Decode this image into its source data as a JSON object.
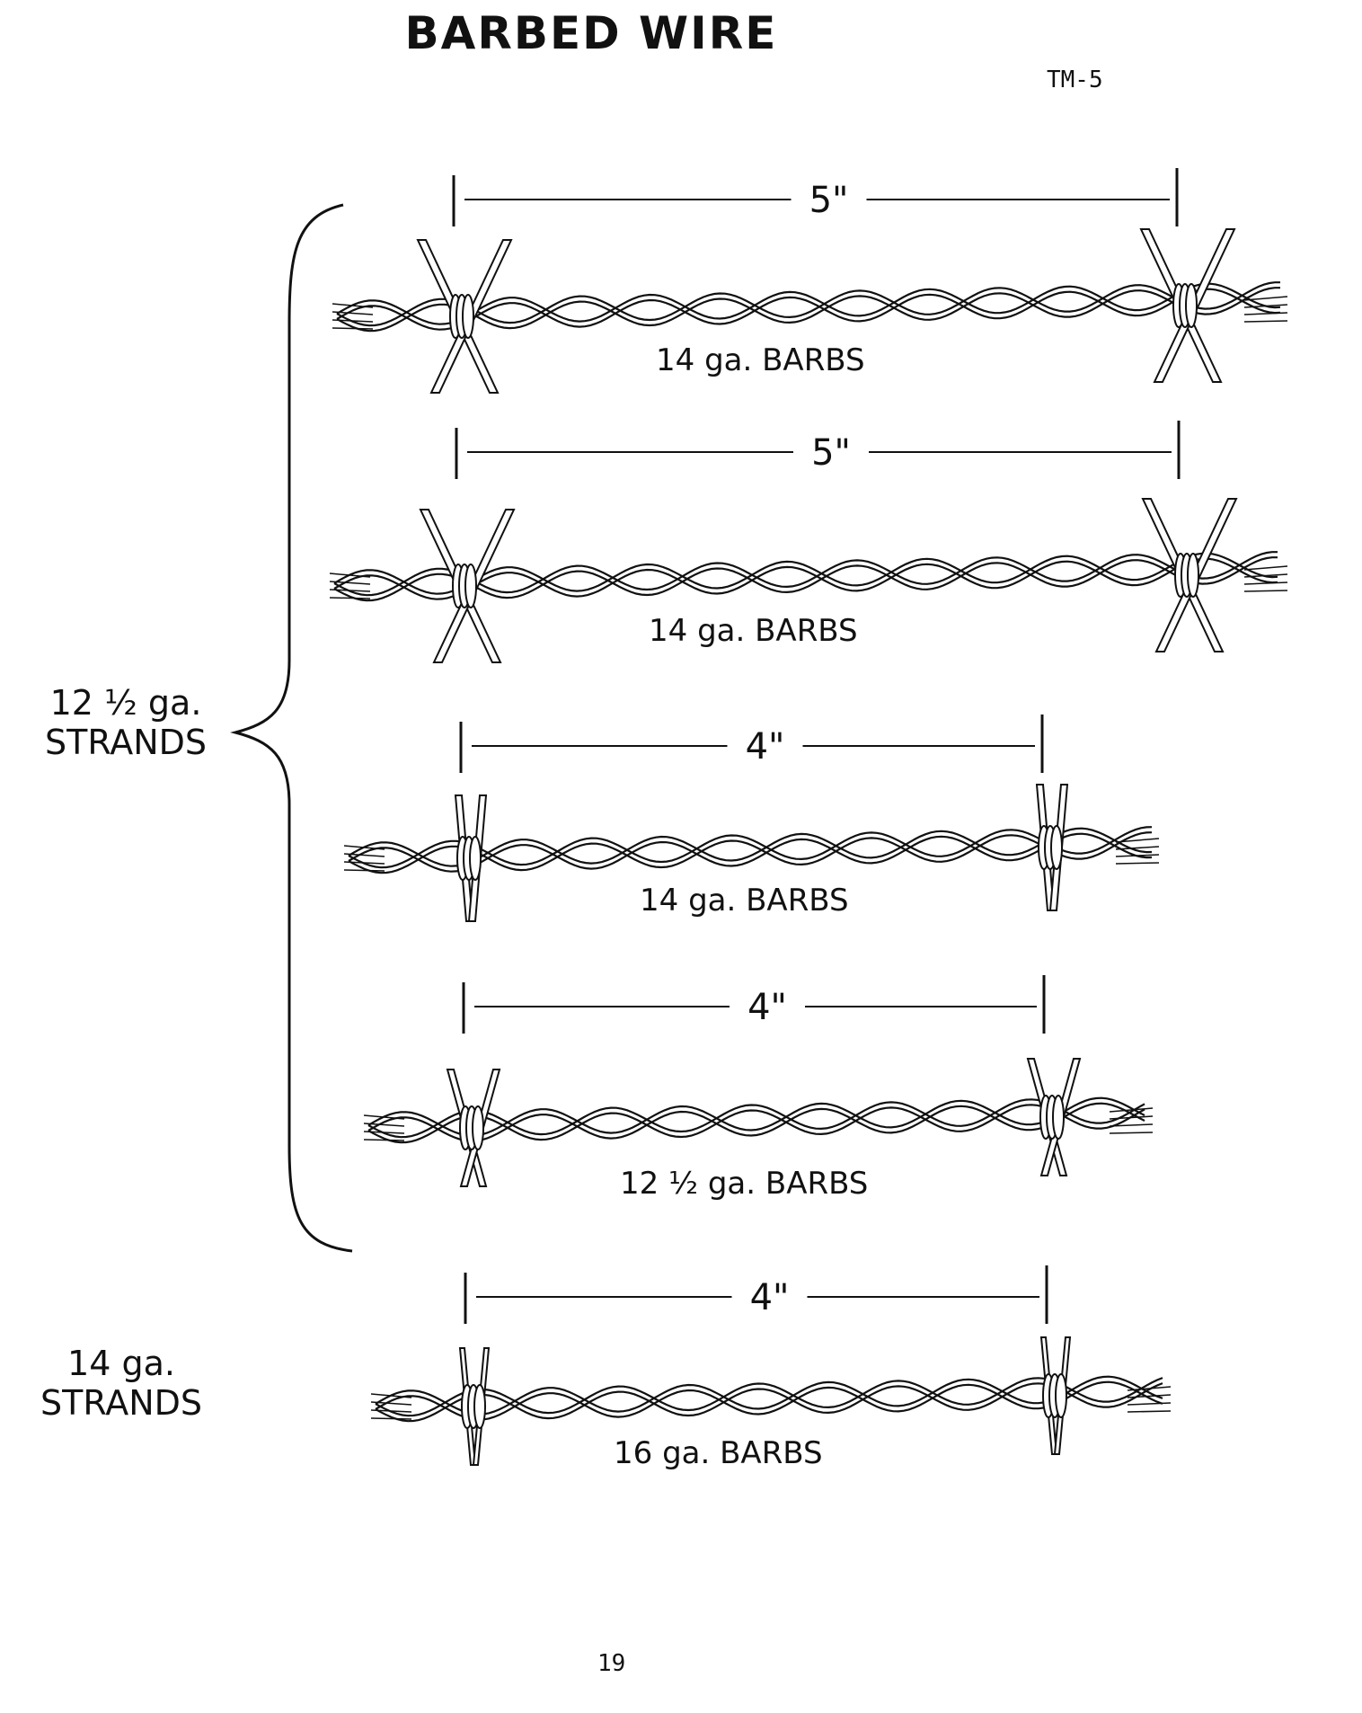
{
  "title": "BARBED WIRE",
  "code": "TM-5",
  "page_number": "19",
  "groups": [
    {
      "line1": "12 ½ ga.",
      "line2": "STRANDS"
    },
    {
      "line1": "14 ga.",
      "line2": "STRANDS"
    }
  ],
  "wires": [
    {
      "spacing": "5\"",
      "barbs": "14 ga. BARBS"
    },
    {
      "spacing": "5\"",
      "barbs": "14 ga. BARBS"
    },
    {
      "spacing": "4\"",
      "barbs": "14 ga. BARBS"
    },
    {
      "spacing": "4\"",
      "barbs": "12 ½ ga. BARBS"
    },
    {
      "spacing": "4\"",
      "barbs": "16 ga. BARBS"
    }
  ]
}
